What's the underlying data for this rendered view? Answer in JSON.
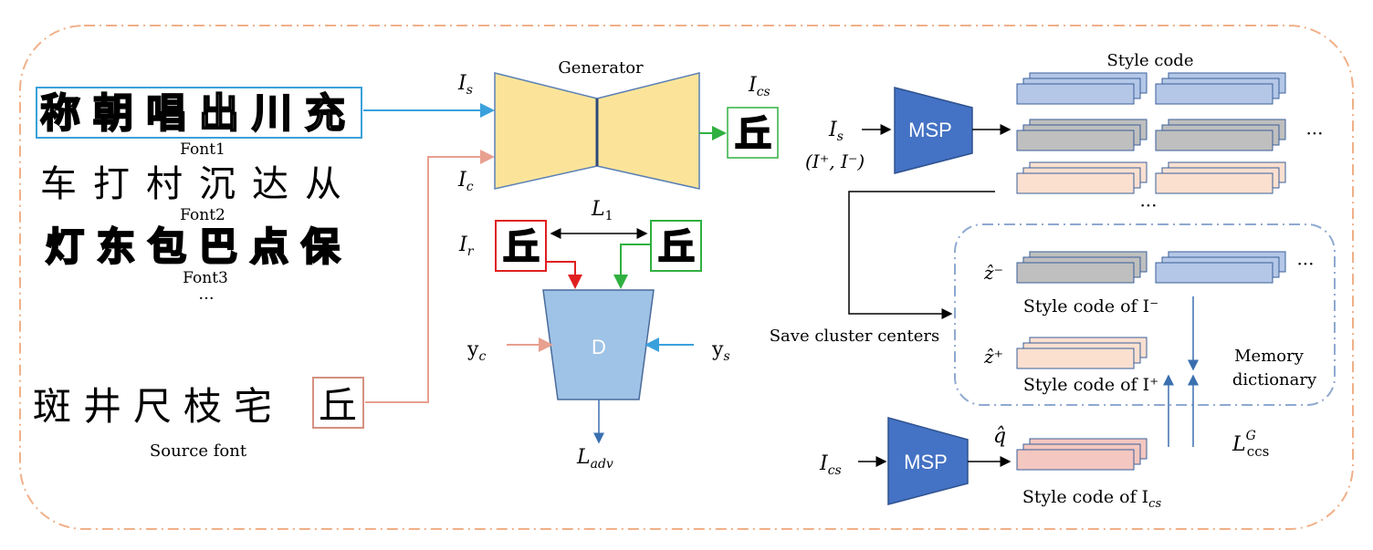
{
  "fonts": {
    "font1_chars": "称朝唱出川充",
    "font1_label": "Font1",
    "font2_chars": "车打村沉达从",
    "font2_label": "Font2",
    "font3_chars": "灯东包巴点保",
    "font3_label": "Font3",
    "more": "···",
    "source_chars": "斑井尺枝宅",
    "source_target_char": "丘",
    "source_label": "Source font"
  },
  "generator": {
    "title": "Generator",
    "input_style": "I",
    "input_style_sub": "s",
    "input_content": "I",
    "input_content_sub": "c",
    "output": "I",
    "output_sub": "cs",
    "output_char": "丘"
  },
  "discriminator": {
    "label": "D",
    "l1": "L",
    "l1_sub": "1",
    "real": "I",
    "real_sub": "r",
    "real_char": "丘",
    "fake_char": "丘",
    "yc": "y",
    "yc_sub": "c",
    "ys": "y",
    "ys_sub": "s",
    "loss": "L",
    "loss_sub": "adv"
  },
  "style": {
    "msp_label": "MSP",
    "msp2_label": "MSP",
    "input_is": "I",
    "input_is_sub": "s",
    "pair": "(I⁺, I⁻)",
    "style_code_title": "Style code",
    "ellipsis_right": "···",
    "ellipsis_bottom": "···",
    "save_centers": "Save cluster centers",
    "z_minus": "ẑ⁻",
    "z_plus": "ẑ⁺",
    "style_neg": "Style code of I⁻",
    "style_pos": "Style code of I⁺",
    "ellipsis_dict": "···",
    "memory_line1": "Memory",
    "memory_line2": "dictionary",
    "q_hat": "q̂",
    "input_ics": "I",
    "input_ics_sub": "cs",
    "style_ics": "Style code of I",
    "style_ics_sub": "cs",
    "loss": "L",
    "loss_sup": "G",
    "loss_sub": "ccs"
  },
  "colors": {
    "frame": "#f0b088",
    "blue_arrow": "#3aa0dc",
    "salmon_arrow": "#e8a090",
    "red": "#e02020",
    "green": "#30b040",
    "generator_fill": "#fbe49a",
    "disc_fill": "#9fc3e6",
    "msp_fill": "#4472c4",
    "code_blue": "#b4c7e7",
    "code_gray": "#bfbfbf",
    "code_peach": "#fbe0d0",
    "code_pink": "#f4c7c0",
    "dict_border": "#8fa9d0"
  }
}
